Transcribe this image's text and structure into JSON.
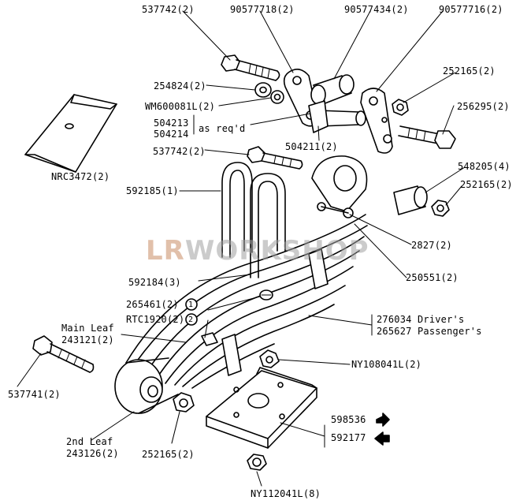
{
  "watermark": {
    "part1": "LR",
    "part2": "WORKSHOP"
  },
  "labels": {
    "p537742_top": "537742(2)",
    "p90577718": "90577718(2)",
    "p90577434": "90577434(2)",
    "p90577716": "90577716(2)",
    "p254824": "254824(2)",
    "p252165_top": "252165(2)",
    "pWM600081L": "WM600081L(2)",
    "p256295": "256295(2)",
    "p504213": "504213",
    "p504214": "504214",
    "as_req": "as req'd",
    "pNRC3472": "NRC3472(2)",
    "p504211": "504211(2)",
    "p537742_mid": "537742(2)",
    "p548205": "548205(4)",
    "p252165_mid": "252165(2)",
    "p592185": "592185(1)",
    "p2827": "2827(2)",
    "p592184": "592184(3)",
    "p250551": "250551(2)",
    "p265461": "265461(2)",
    "pRTC1920": "RTC1920(2)",
    "circ1": "1",
    "circ2": "2",
    "p276034": "276034 Driver's",
    "p265627": "265627 Passenger's",
    "main_leaf": "Main Leaf",
    "p243121": "243121(2)",
    "pNY108041L": "NY108041L(2)",
    "p537741": "537741(2)",
    "p598536": "598536",
    "p592177": "592177",
    "second_leaf": "2nd Leaf",
    "p243126": "243126(2)",
    "p252165_bot": "252165(2)",
    "pNY112041L": "NY112041L(8)"
  }
}
